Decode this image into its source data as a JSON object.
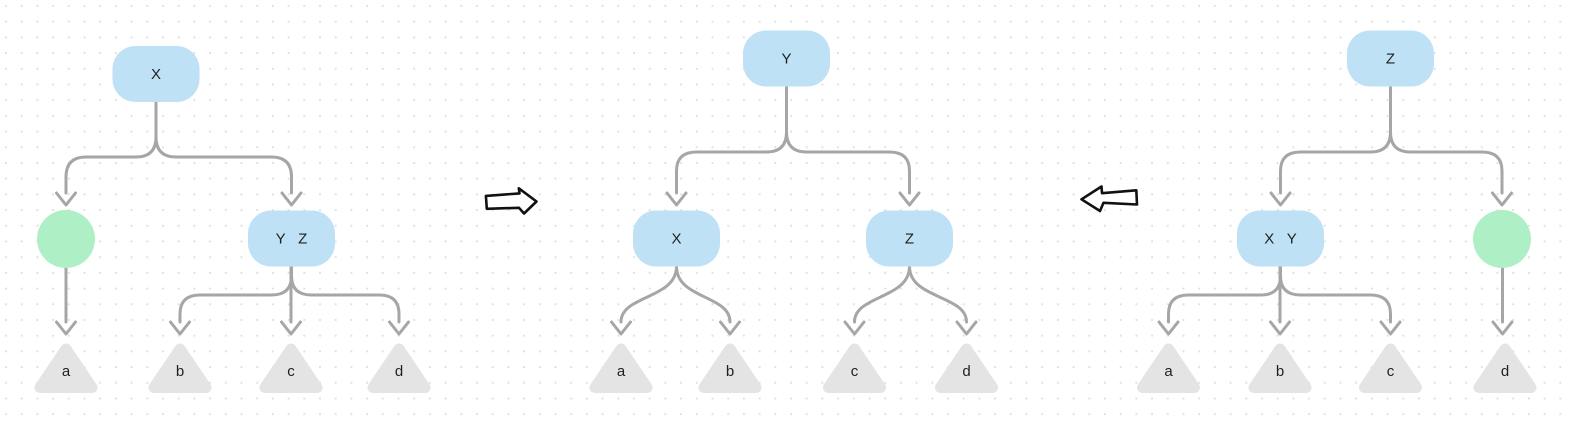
{
  "colors": {
    "background": "#ffffff",
    "grid_dot": "#e0e0e0",
    "node_blue": "#bee1f6",
    "subtree_green": "#afefc5",
    "leaf_gray": "#e4e4e4",
    "edge_gray": "#a6a6a6",
    "label_text": "#1f1f1f",
    "block_arrow_outline": "#111111"
  },
  "icons": {
    "forward_transform": "hollow-right-block-arrow",
    "backward_transform": "hollow-left-block-arrow"
  },
  "trees": [
    {
      "root_label": "X",
      "right_label": "Y   Z",
      "leaves": [
        "a",
        "b",
        "c",
        "d"
      ]
    },
    {
      "root_label": "Y",
      "left_label": "X",
      "right_label": "Z",
      "leaves": [
        "a",
        "b",
        "c",
        "d"
      ]
    },
    {
      "root_label": "Z",
      "left_label": "X   Y",
      "leaves": [
        "a",
        "b",
        "c",
        "d"
      ]
    }
  ]
}
